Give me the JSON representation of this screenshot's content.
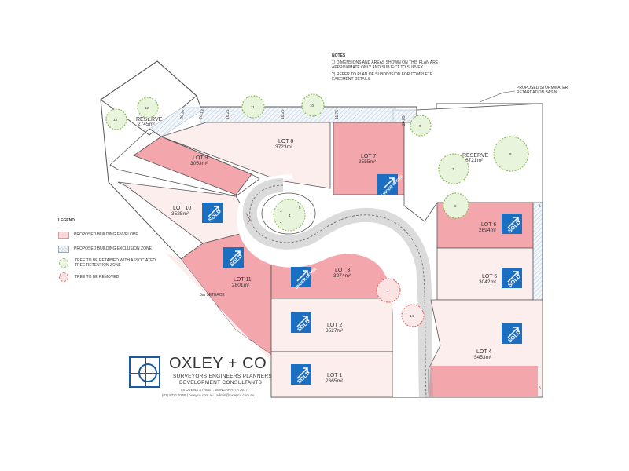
{
  "notes": {
    "title": "NOTES",
    "items": [
      "1) DIMENSIONS AND AREAS SHOWN ON THIS PLAN ARE APPROXIMATE ONLY AND SUBJECT TO SURVEY",
      "2) REFER TO PLAN OF SUBDIVISION FOR COMPLETE EASEMENT DETAILS"
    ]
  },
  "basin_label": "PROPOSED STORMWATER RETARDATION BASIN",
  "setback_label": "5m SETBACK",
  "legend": {
    "title": "LEGEND",
    "items": [
      "PROPOSED BUILDING ENVELOPE",
      "PROPOSED BUILDING EXCLUSION ZONE",
      "TREE TO BE RETAINED WITH ASSOCIATED TREE RETENTION ZONE",
      "TREE TO BE REMOVED"
    ]
  },
  "company": {
    "name": "OXLEY + CO",
    "services": "SURVEYORS   ENGINEERS   PLANNERS",
    "subtitle": "DEVELOPMENT CONSULTANTS",
    "address": "45 OVENS STREET, WANGARATTA 3677",
    "contact": "(03) 5721 6255 | oxleyco.com.au | admin@oxleyco.com.au"
  },
  "badges": {
    "sold": "SOLD",
    "under_offer": "UNDER OFFER"
  },
  "lots": [
    {
      "name": "LOT 1",
      "area": "2665m²",
      "status": "SOLD"
    },
    {
      "name": "LOT 2",
      "area": "3527m²",
      "status": "SOLD"
    },
    {
      "name": "LOT 3",
      "area": "3274m²",
      "status": "UNDER OFFER"
    },
    {
      "name": "LOT 4",
      "area": "5453m²",
      "status": "SOLD"
    },
    {
      "name": "LOT 5",
      "area": "3042m²",
      "status": "SOLD"
    },
    {
      "name": "LOT 6",
      "area": "2694m²",
      "status": "SOLD"
    },
    {
      "name": "LOT 7",
      "area": "3555m²",
      "status": "UNDER OFFER"
    },
    {
      "name": "LOT 8",
      "area": "3723m²",
      "status": ""
    },
    {
      "name": "LOT 9",
      "area": "3053m²",
      "status": ""
    },
    {
      "name": "LOT 10",
      "area": "3525m²",
      "status": "SOLD"
    },
    {
      "name": "LOT 11",
      "area": "2801m²",
      "status": "SOLD"
    }
  ],
  "reserves": [
    {
      "name": "RESERVE",
      "area": "2745m²"
    },
    {
      "name": "RESERVE",
      "area": "6721m²"
    }
  ],
  "dimensions": [
    "20.97",
    "20.18",
    "16.25",
    "16.25",
    "11.75",
    "20.85",
    "5",
    "5"
  ],
  "trees": [
    "1",
    "2",
    "3",
    "4",
    "5",
    "6",
    "7",
    "8",
    "9",
    "10",
    "11",
    "12",
    "13",
    "14"
  ],
  "colors": {
    "envelope": "#f9d7d9",
    "envelope_dark": "#f3a7ad",
    "badge": "#1c6fc0",
    "road": "#e2e2e2",
    "tree_keep": "#8bbd5a",
    "tree_remove": "#e06f6f"
  }
}
